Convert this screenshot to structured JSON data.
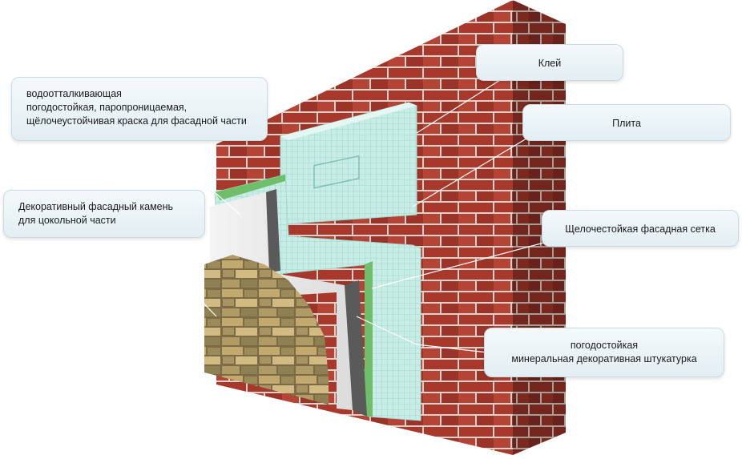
{
  "labels": {
    "klei": "Клей",
    "plita": "Плита",
    "setka": "Щелочестойкая фасадная сетка",
    "shtukaturka": [
      "погодостойкая",
      "минеральная декоративная штукатурка"
    ],
    "kraska": [
      "водоотталкивающая",
      "погодостойкая, паропроницаемая,",
      "щёлочеустойчивая краска для фасадной части"
    ],
    "kamen": [
      "Декоративный фасадный камень",
      "для цокольной части"
    ]
  },
  "colors": {
    "brick": "#a8382c",
    "mortar": "#d9d2c8",
    "insulation_board": "#bfe8e0",
    "mesh": "#d4f0ea",
    "adhesive": "#6fbf6a",
    "plaster": "#e9e9e9",
    "stone": "#b59a63",
    "callout_bg": "#e8f1f5",
    "leader_line": "#ffffff"
  }
}
